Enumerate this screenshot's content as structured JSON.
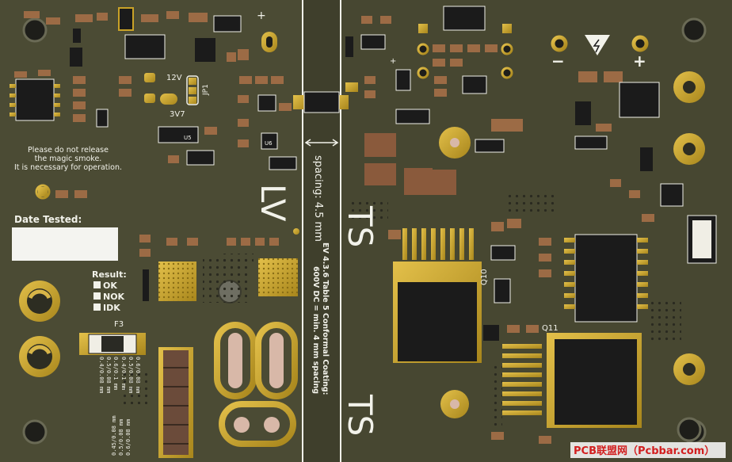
{
  "colors": {
    "board": "#4a4a33",
    "copper": "#c9a227",
    "silk": "#f2f2ea",
    "chip": "#1b1b1b",
    "cap": "#9c6b45"
  },
  "labels": {
    "jp_12v": "12V",
    "jp_3v7": "3V7",
    "jp1": "JP1",
    "u5": "U5",
    "u6": "U6",
    "plus_left": "+",
    "plus_small": "+",
    "minus_conn": "−",
    "plus_conn": "+",
    "q10": "Q10",
    "q11": "Q11",
    "f3": "F3",
    "watermark": "PCB联盟网（Pcbbar.com）"
  },
  "notes": {
    "smoke_line1": "Please do not release",
    "smoke_line2": "the magic smoke.",
    "smoke_line3": "It is necessary for operation.",
    "date_tested": "Date Tested:",
    "result": "Result:",
    "ok": "OK",
    "nok": "NOK",
    "idk": "IDK"
  },
  "zones": {
    "lv": "LV",
    "ts_top": "TS",
    "ts_bottom": "TS",
    "spacing": "spacing: 4.5 mm",
    "coating_line1": "EV 4.3.6 Table 5 Conformal Coating:",
    "coating_line2": "600V DC = min. 4 mm spacing"
  },
  "trace_widths_a": [
    "0.4/0.08 mm",
    "0.5/0.08 mm",
    "0.6/0.1 mm"
  ],
  "trace_widths_b": [
    "0.4/0.1 mm",
    "0.5/0.08 mm",
    "0.6/0.08 mm"
  ],
  "trace_widths_c": [
    "0.45/0.08 mm",
    "0.5/0.08 mm",
    "0.6/0.08 mm"
  ]
}
